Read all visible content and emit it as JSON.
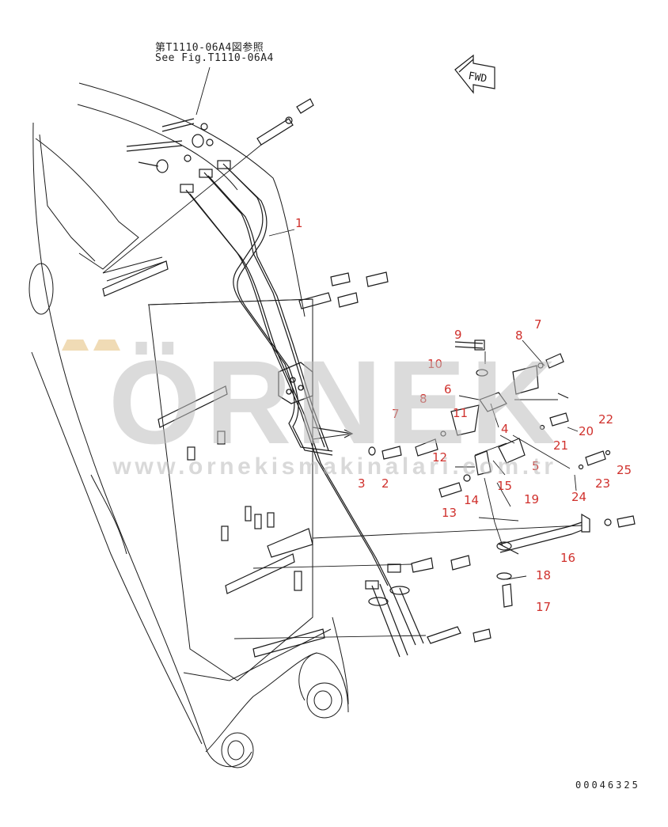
{
  "reference": {
    "japanese": "第T1110-06A4図参照",
    "english": "See Fig.T1110-06A4"
  },
  "direction_label": "FWD",
  "document_number": "00046325",
  "watermark": {
    "brand": "ÖRNEK",
    "url": "www.ornekismakinalari.com.tr"
  },
  "callouts": [
    {
      "id": "callout-1",
      "label": "1"
    },
    {
      "id": "callout-2",
      "label": "2"
    },
    {
      "id": "callout-3",
      "label": "3"
    },
    {
      "id": "callout-4",
      "label": "4"
    },
    {
      "id": "callout-5",
      "label": "5"
    },
    {
      "id": "callout-6",
      "label": "6"
    },
    {
      "id": "callout-7a",
      "label": "7"
    },
    {
      "id": "callout-7b",
      "label": "7"
    },
    {
      "id": "callout-8a",
      "label": "8"
    },
    {
      "id": "callout-8b",
      "label": "8"
    },
    {
      "id": "callout-9",
      "label": "9"
    },
    {
      "id": "callout-10",
      "label": "10"
    },
    {
      "id": "callout-11",
      "label": "11"
    },
    {
      "id": "callout-12",
      "label": "12"
    },
    {
      "id": "callout-13",
      "label": "13"
    },
    {
      "id": "callout-14",
      "label": "14"
    },
    {
      "id": "callout-15",
      "label": "15"
    },
    {
      "id": "callout-16",
      "label": "16"
    },
    {
      "id": "callout-17",
      "label": "17"
    },
    {
      "id": "callout-18",
      "label": "18"
    },
    {
      "id": "callout-19",
      "label": "19"
    },
    {
      "id": "callout-20",
      "label": "20"
    },
    {
      "id": "callout-21",
      "label": "21"
    },
    {
      "id": "callout-22",
      "label": "22"
    },
    {
      "id": "callout-23",
      "label": "23"
    },
    {
      "id": "callout-24",
      "label": "24"
    },
    {
      "id": "callout-25",
      "label": "25"
    }
  ],
  "colors": {
    "line": "#1a1a1a",
    "callout": "#d0312d",
    "watermark": "#bebebe",
    "watermark_accent": "#e4be78"
  }
}
